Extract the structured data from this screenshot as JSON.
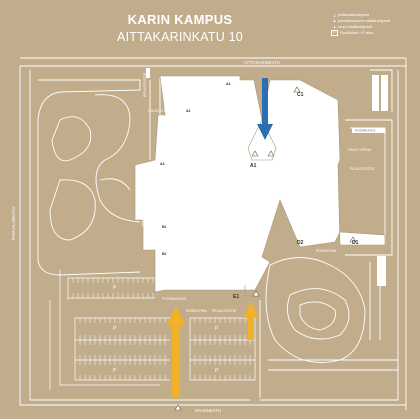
{
  "title": {
    "line1": "KARIN KAMPUS",
    "line2": "AITTAKARINKATU 10"
  },
  "legend": [
    {
      "icon": "triangle-outline-icon",
      "label": "pääsisäänkäynnit"
    },
    {
      "icon": "triangle-filled-icon",
      "label": "porrashuoneen sisäänkäynnit"
    },
    {
      "icon": "triangle-small-icon",
      "label": "muut sisäänkäynnit"
    },
    {
      "icon": "parking-icon",
      "label": "Pysäköinti • P-alue"
    }
  ],
  "streets": {
    "north": "AITTAKARINKATU",
    "west": "PAKKALANKATU",
    "south": "SAHANKATU",
    "pelastustie_north": "PELASTUSTIE",
    "pelastustie_east": "PELASTUSTIE",
    "pelastustie_south": "PELASTUSTIE",
    "huolto_pihaa": "HUOLTO PIHA",
    "huoltopiha_east": "HUOLTOPIHA"
  },
  "entrances": {
    "A1": "A1",
    "C1": "C1",
    "D1": "D1",
    "D2": "D2",
    "E1": "E1",
    "B2": "B2",
    "B1": "B1",
    "A2": "A2",
    "A3": "A3",
    "A4": "A4"
  },
  "place_labels": {
    "pyora_katos_west": "PYÖRÄ KATOS",
    "pyora_katos_east": "PYÖRÄKATOS",
    "pyorakatos_south": "PYÖRÄKATOS",
    "roska_east": "ROSKA PIHA",
    "roska_south": "ROSKA PIHA",
    "parking": "P"
  },
  "colors": {
    "background": "#c1ad8c",
    "building": "#ffffff",
    "blue_arrow": "#2a6fb3",
    "yellow_arrow": "#f2b227"
  }
}
